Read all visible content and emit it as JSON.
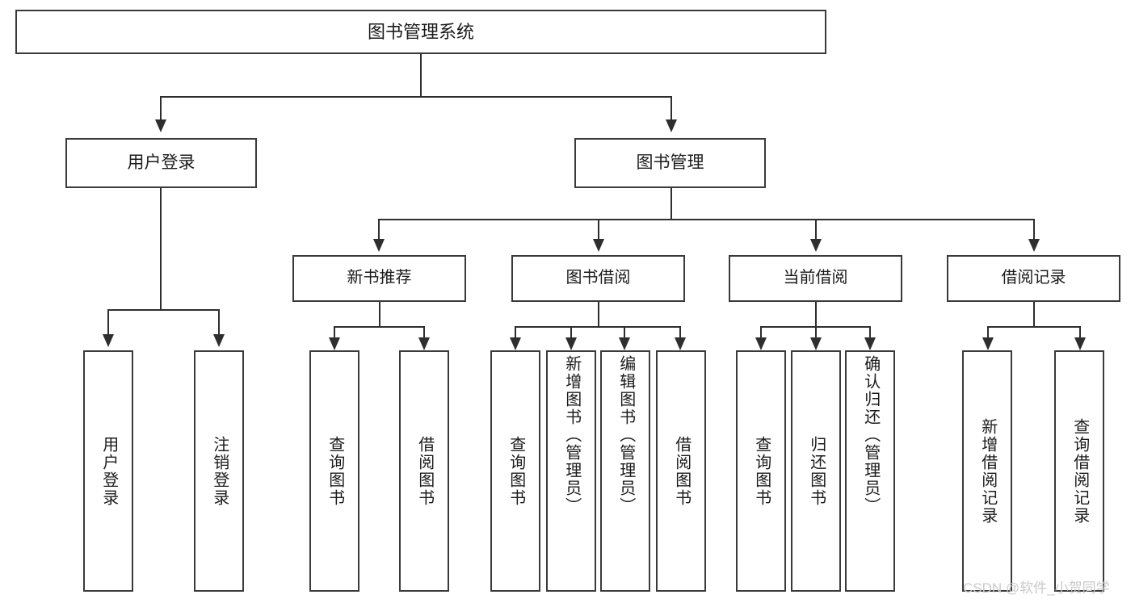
{
  "diagram": {
    "title": "图书管理系统",
    "type": "tree-hierarchy-chart",
    "root": {
      "label": "图书管理系统"
    },
    "level2": [
      {
        "label": "用户登录"
      },
      {
        "label": "图书管理"
      }
    ],
    "level3": [
      {
        "label": "新书推荐"
      },
      {
        "label": "图书借阅"
      },
      {
        "label": "当前借阅"
      },
      {
        "label": "借阅记录"
      }
    ],
    "leaves": {
      "user_login": [
        {
          "label": "用户登录"
        },
        {
          "label": "注销登录"
        }
      ],
      "new_book_recommend": [
        {
          "label": "查询图书"
        },
        {
          "label": "借阅图书"
        }
      ],
      "book_borrow": [
        {
          "label": "查询图书"
        },
        {
          "label": "新增图书（管理员）"
        },
        {
          "label": "编辑图书（管理员）"
        },
        {
          "label": "借阅图书"
        }
      ],
      "current_borrow": [
        {
          "label": "查询图书"
        },
        {
          "label": "归还图书"
        },
        {
          "label": "确认归还（管理员）"
        }
      ],
      "borrow_records": [
        {
          "label": "新增借阅记录"
        },
        {
          "label": "查询借阅记录"
        }
      ]
    }
  },
  "watermark": {
    "text": "CSDN @软件_小贺同学"
  },
  "colors": {
    "border": "#3a3a3a",
    "line": "#2e2e2e",
    "text": "#1b1b1b",
    "background": "#ffffff",
    "watermark": "#c9c9c9"
  }
}
